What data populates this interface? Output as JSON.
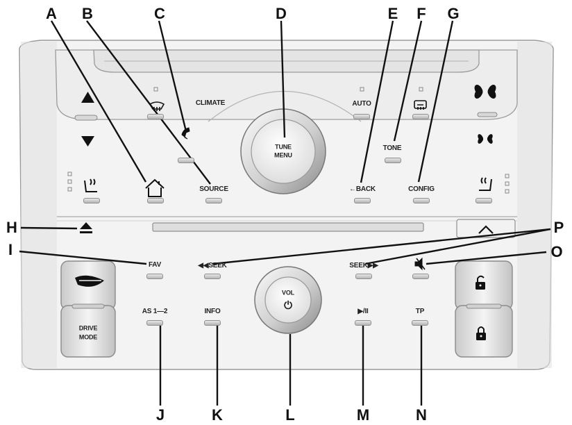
{
  "callouts": {
    "A": "A",
    "B": "B",
    "C": "C",
    "D": "D",
    "E": "E",
    "F": "F",
    "G": "G",
    "H": "H",
    "I": "I",
    "O": "O",
    "P": "P",
    "J": "J",
    "K": "K",
    "L": "L",
    "M": "M",
    "N": "N"
  },
  "buttons": {
    "climate": "CLIMATE",
    "auto": "AUTO",
    "tune_menu_line1": "TUNE",
    "tune_menu_line2": "MENU",
    "tone": "TONE",
    "source": "SOURCE",
    "back": "←BACK",
    "config": "CONFIG",
    "fav": "FAV",
    "seek_back": "◀◀SEEK",
    "seek_fwd": "SEEK▶▶",
    "as12": "AS 1—2",
    "info": "INFO",
    "play_pause": "▶/II",
    "tp": "TP",
    "vol": "VOL",
    "power_glyph": "⏻",
    "drive_mode_line1": "DRIVE",
    "drive_mode_line2": "MODE"
  },
  "icons": {
    "phone": "phone-icon",
    "home": "home-icon",
    "eject": "eject-icon",
    "mute": "mute-icon",
    "fan_high": "fan-high-icon",
    "fan_low": "fan-low-icon",
    "unlock": "unlock-icon",
    "lock": "lock-icon",
    "rear_defrost": "rear-defrost-icon",
    "front_defrost": "front-defrost-icon",
    "heated_seat_left": "heated-seat-left-icon",
    "heated_seat_right": "heated-seat-right-icon",
    "eco_leaf": "eco-leaf-icon"
  }
}
